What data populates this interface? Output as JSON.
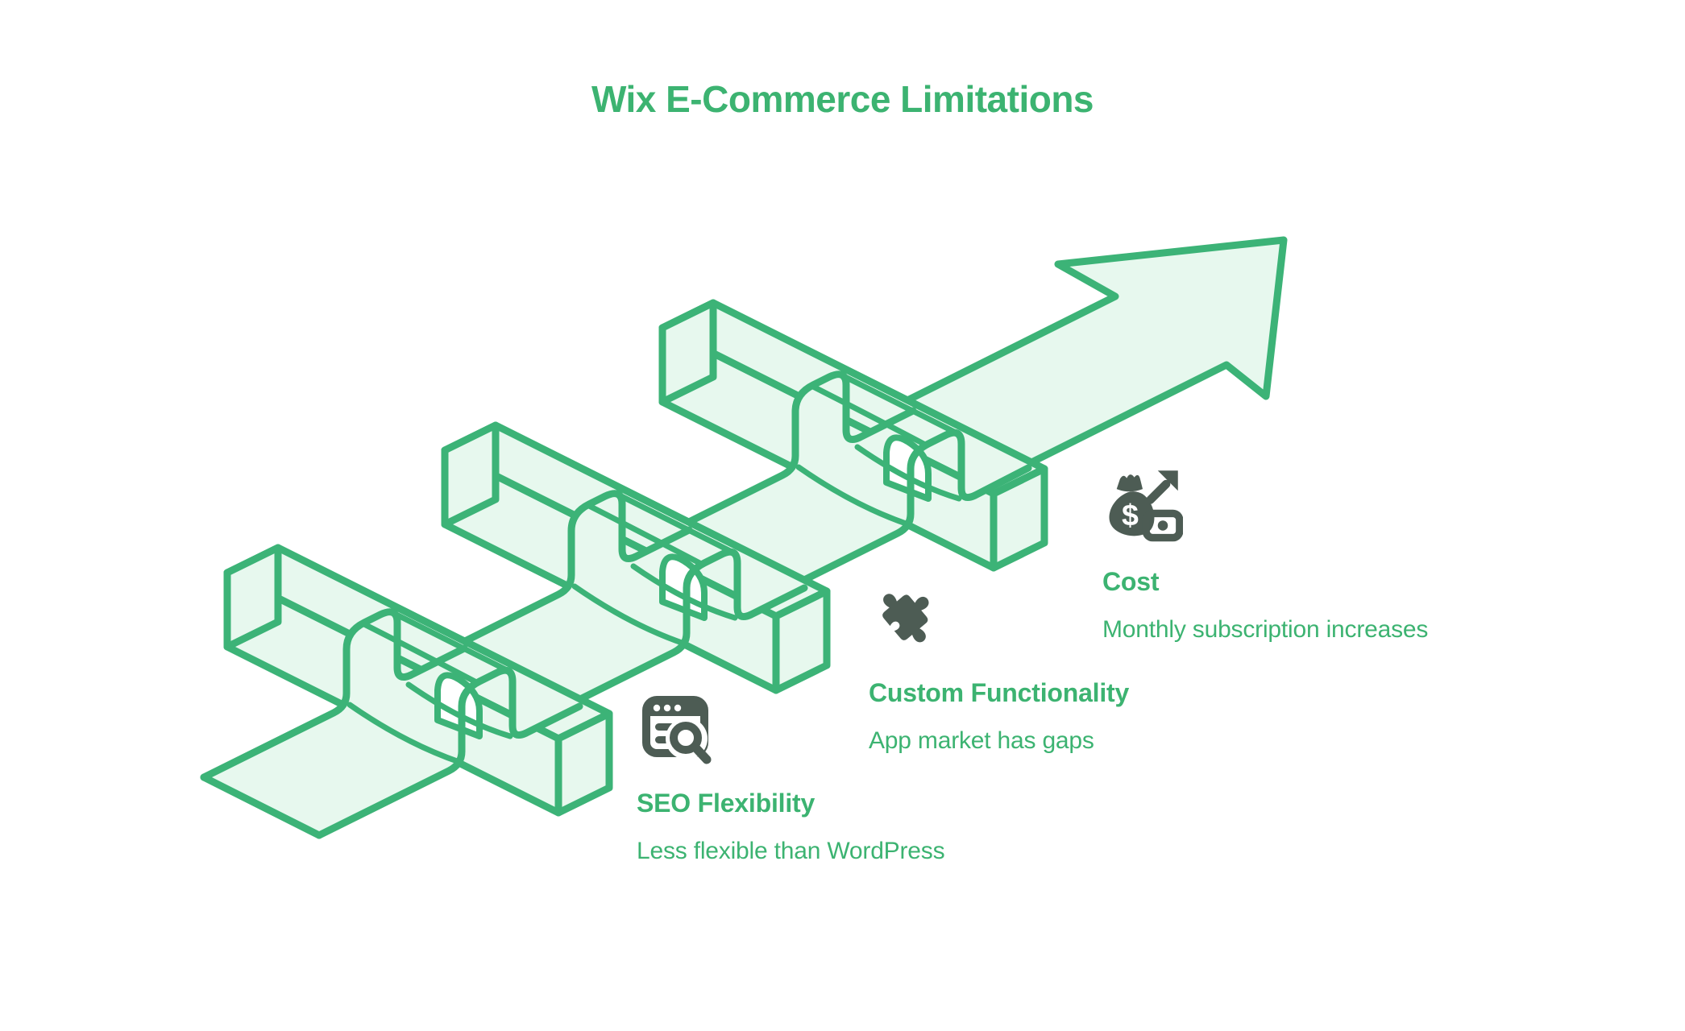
{
  "page": {
    "title": "Wix E-Commerce Limitations"
  },
  "items": [
    {
      "id": "seo-flexibility",
      "title": "SEO Flexibility",
      "description": "Less flexible than WordPress",
      "icon": "browser-search-icon"
    },
    {
      "id": "custom-functionality",
      "title": "Custom Functionality",
      "description": "App market has gaps",
      "icon": "puzzle-piece-icon"
    },
    {
      "id": "cost",
      "title": "Cost",
      "description": "Monthly subscription increases",
      "icon": "money-bag-growth-icon"
    }
  ],
  "illustration": {
    "type": "isometric-diagram",
    "motif": "upward growth arrow weaving over three obstacle bars",
    "obstacle_count": 3,
    "arrow_direction": "up-right"
  },
  "colors": {
    "accent_green": "#3cb371",
    "outline_green": "#3cb377",
    "light_green_fill": "#e7f8ee",
    "icon_dark": "#4d5c54",
    "background": "#ffffff"
  }
}
